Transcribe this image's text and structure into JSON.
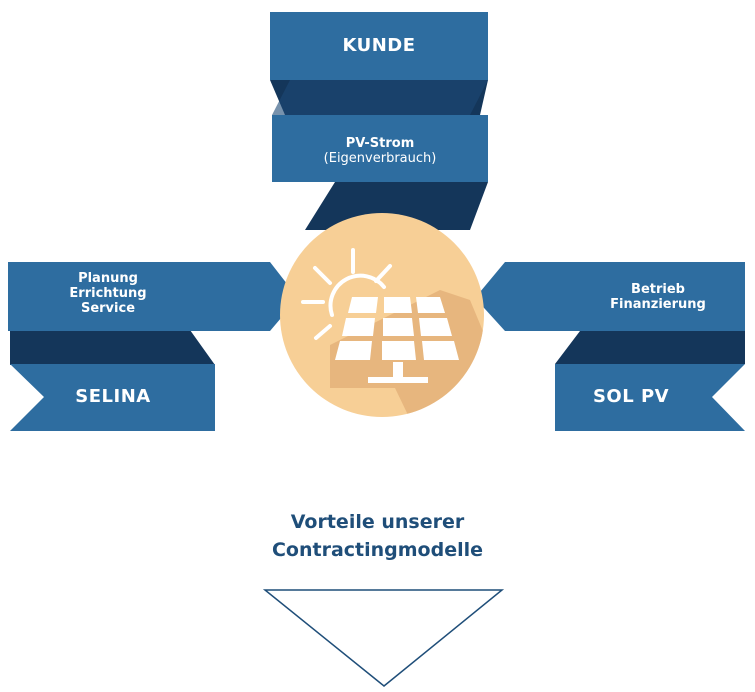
{
  "diagram": {
    "top": {
      "kunde_label": "KUNDE",
      "pv_strom_line1": "PV-Strom",
      "pv_strom_line2": "(Eigenverbrauch)"
    },
    "left": {
      "services": [
        "Planung",
        "Errichtung",
        "Service"
      ],
      "company": "SELINA"
    },
    "right": {
      "services": [
        "Betrieb",
        "Finanzierung"
      ],
      "company": "SOL PV"
    },
    "center_icon": "solar-panel-sun-icon",
    "caption_lines": [
      "Vorteile unserer",
      "Contractingmodelle"
    ],
    "colors": {
      "ribbon_blue": "#2e6da0",
      "ribbon_dark": "#14365a",
      "circle": "#f7cf96",
      "circle_shadow": "#e4b27a",
      "caption_text": "#1f4e79",
      "triangle_stroke": "#1f4e79"
    }
  }
}
